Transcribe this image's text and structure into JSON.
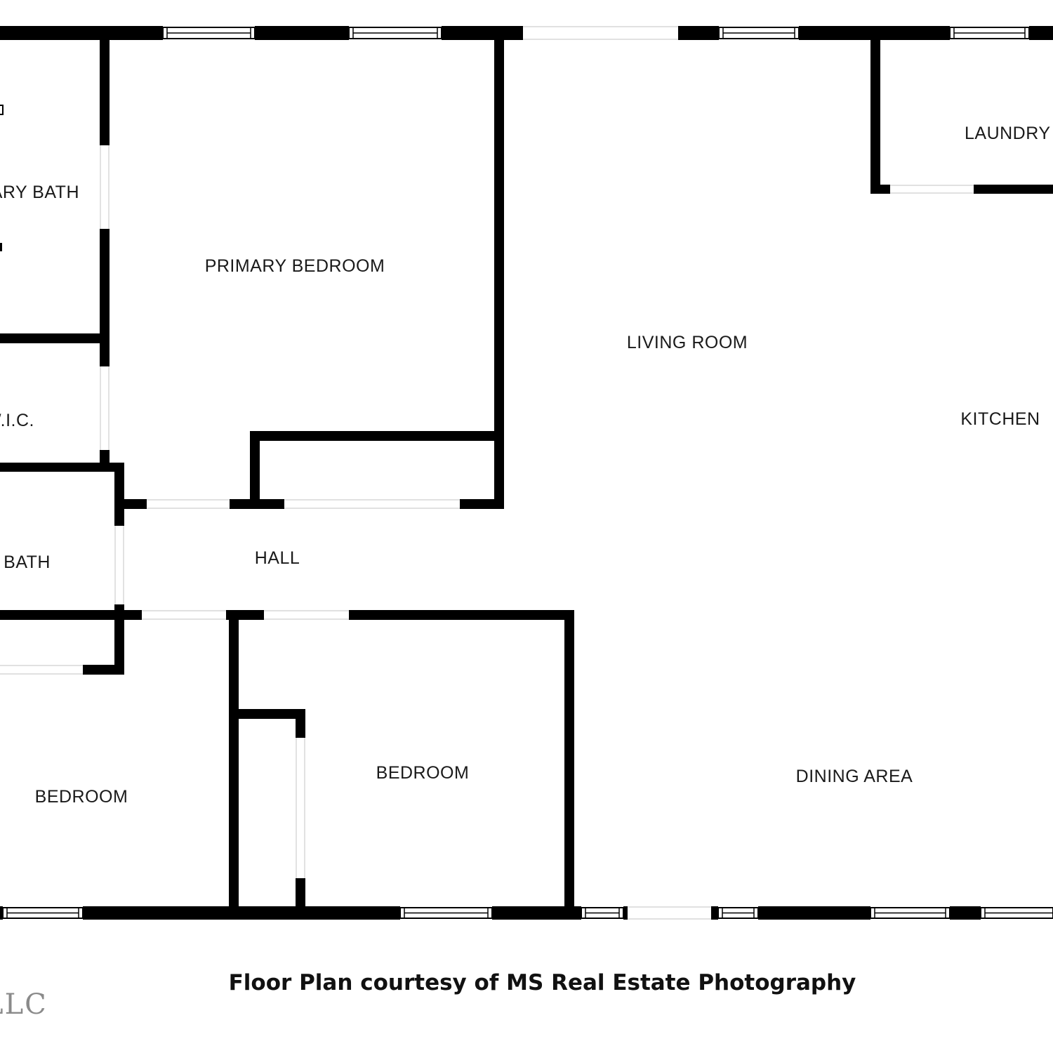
{
  "rooms": {
    "primary_bath": "PRIMARY BATH",
    "primary_bedroom": "PRIMARY BEDROOM",
    "wic": "W.I.C.",
    "bath": "BATH",
    "hall": "HALL",
    "bedroom_1": "BEDROOM",
    "bedroom_2": "BEDROOM",
    "living_room": "LIVING ROOM",
    "kitchen": "KITCHEN",
    "laundry": "LAUNDRY",
    "dining_area": "DINING AREA"
  },
  "caption": "Floor Plan courtesy of MS Real Estate Photography",
  "watermark": "LLC",
  "colors": {
    "wall": "#000000",
    "background": "#ffffff",
    "text": "#1a1a1a"
  }
}
